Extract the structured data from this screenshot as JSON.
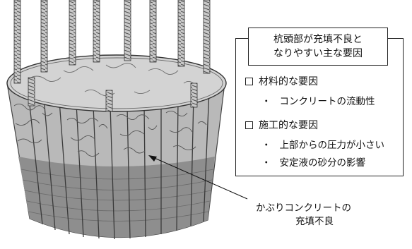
{
  "info_box": {
    "title_lines": [
      "杭頭部が充填不良と",
      "なりやすい主な要因"
    ],
    "categories": [
      {
        "label": "材料的な要因",
        "items": [
          "コンクリートの流動性"
        ]
      },
      {
        "label": "施工的な要因",
        "items": [
          "上部からの圧力が小さい",
          "安定液の砂分の影響"
        ]
      }
    ],
    "bullet": "・"
  },
  "callout": {
    "lines": [
      "かぶりコンクリートの",
      "充填不良"
    ]
  }
}
